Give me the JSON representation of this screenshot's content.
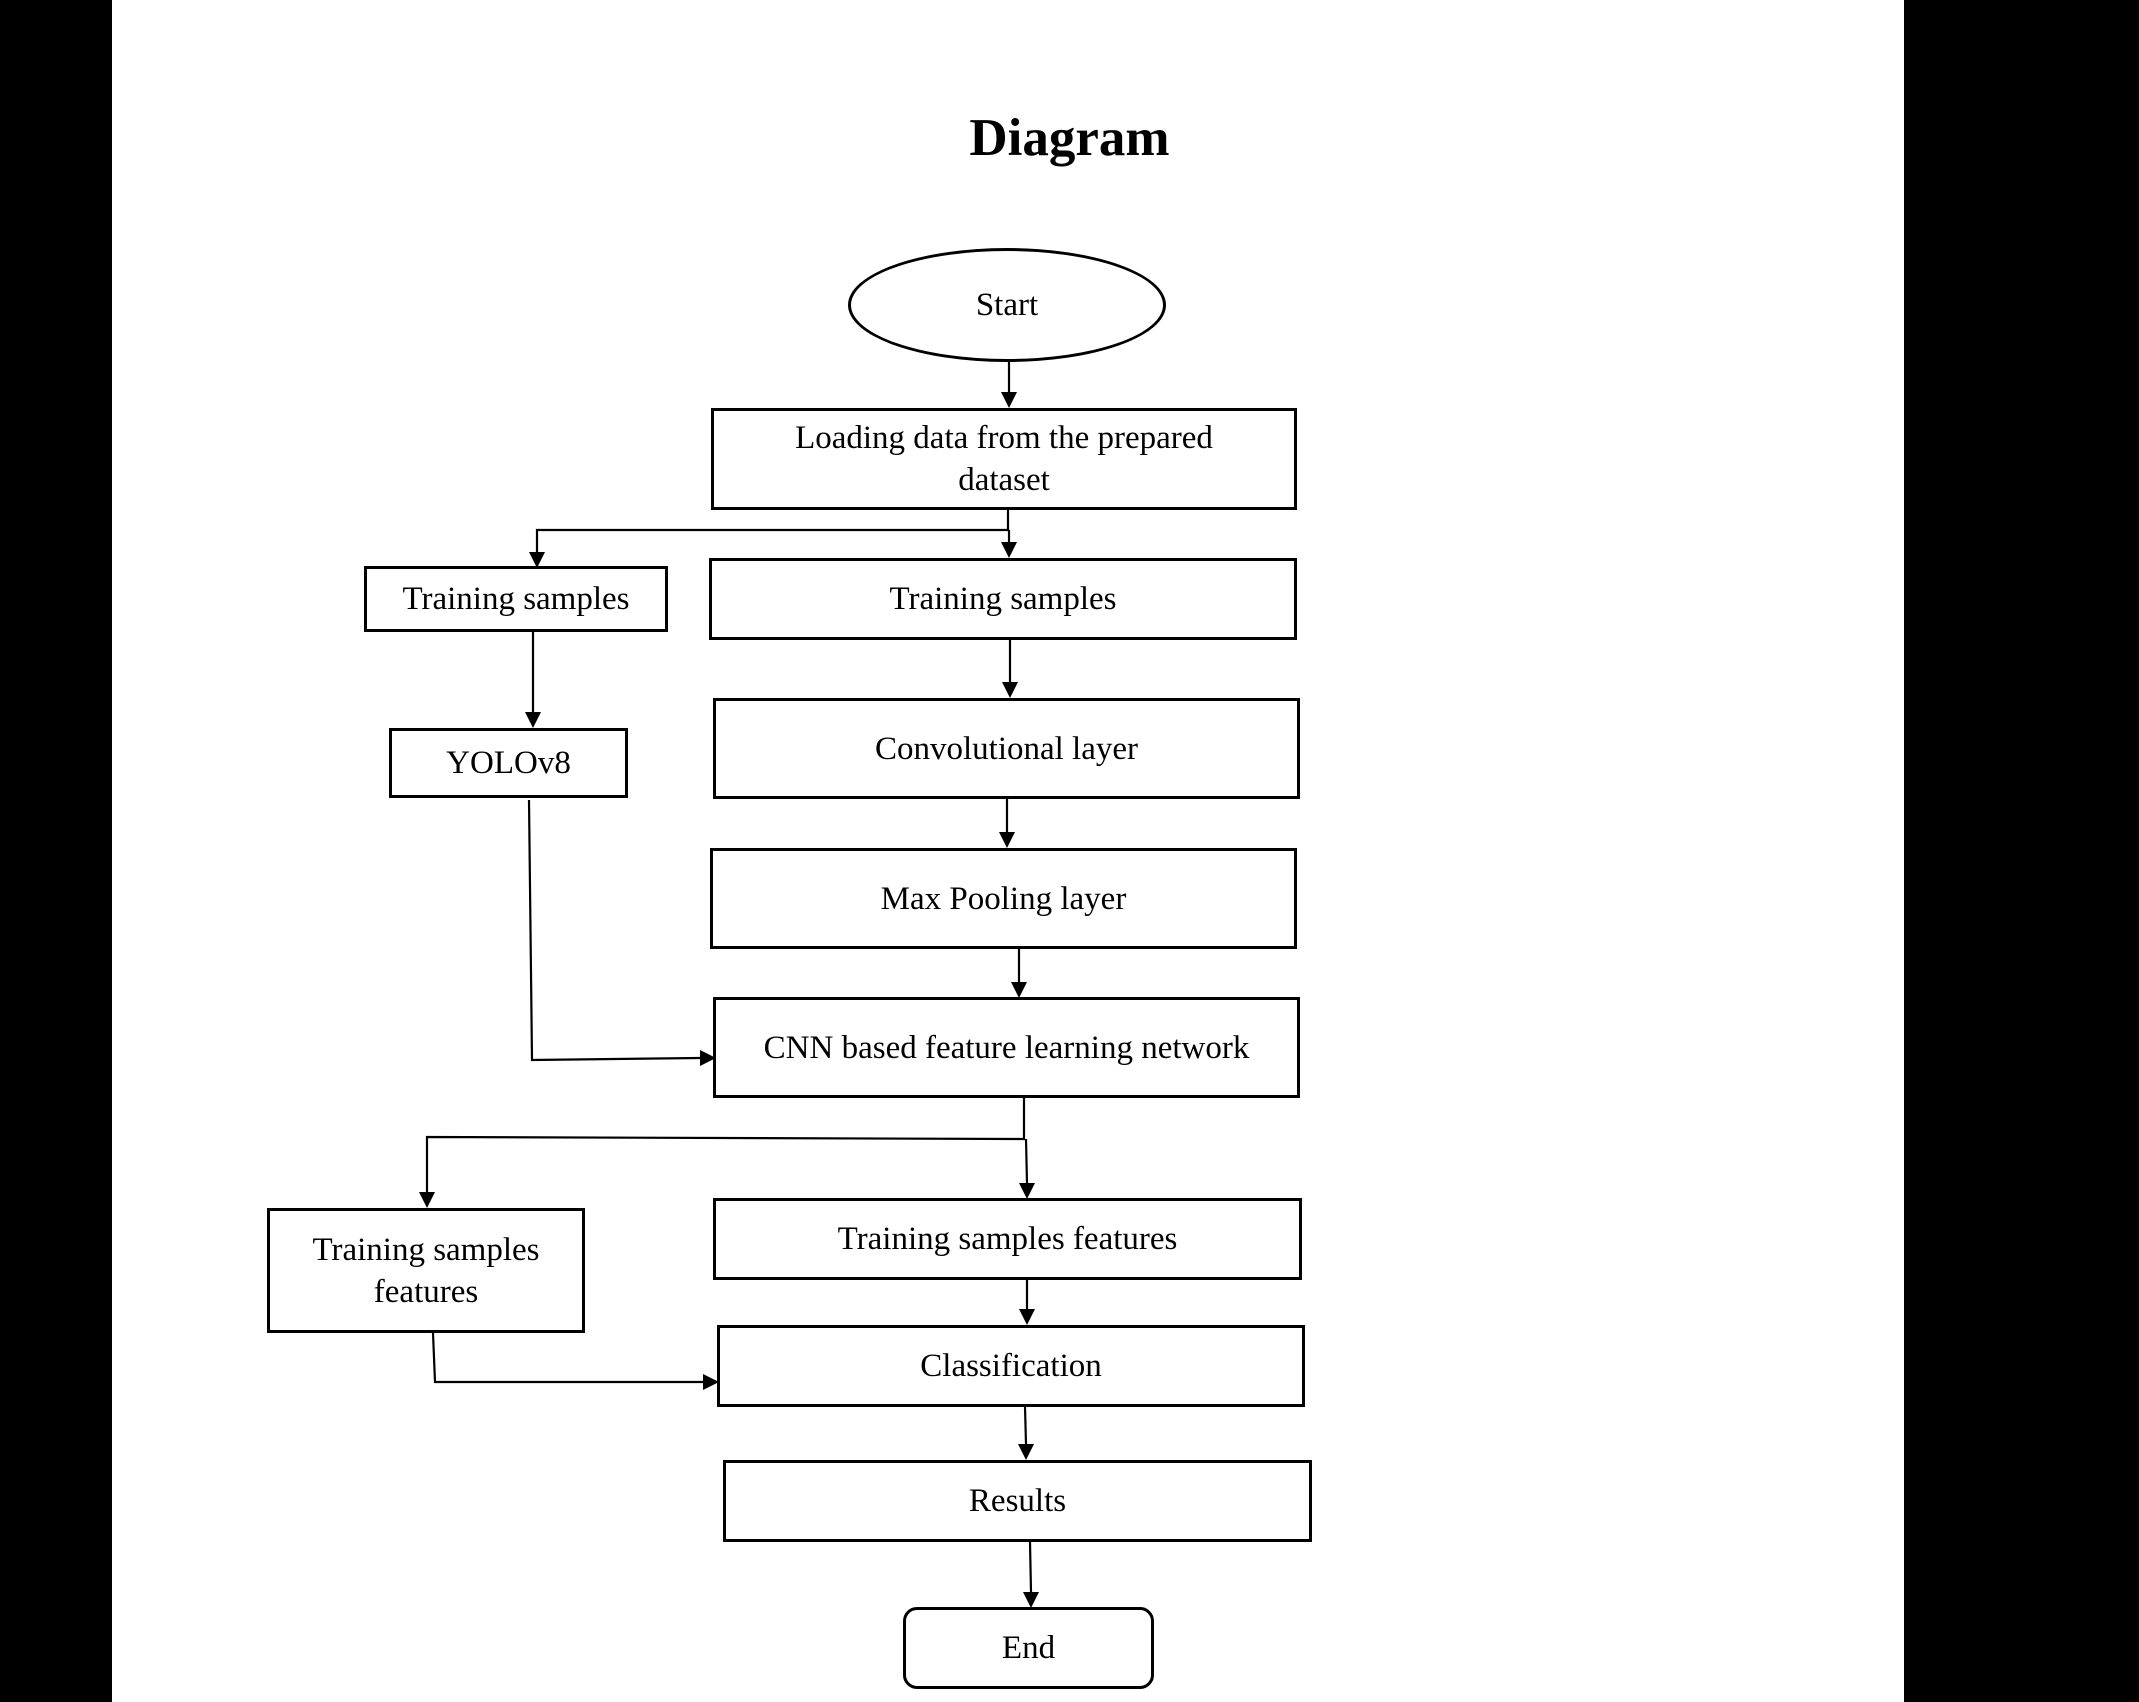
{
  "title": "Diagram",
  "nodes": {
    "start": "Start",
    "load": "Loading data from the prepared dataset",
    "train_left": "Training samples",
    "train_right": "Training samples",
    "yolo": "YOLOv8",
    "conv": "Convolutional layer",
    "pool": "Max Pooling layer",
    "cnn": "CNN based feature learning network",
    "feat_left": "Training samples features",
    "feat_right": "Training samples features",
    "classification": "Classification",
    "results": "Results",
    "end": "End"
  },
  "edges": [
    {
      "from": "start",
      "to": "load"
    },
    {
      "from": "load",
      "to": "train_left"
    },
    {
      "from": "load",
      "to": "train_right"
    },
    {
      "from": "train_left",
      "to": "yolo"
    },
    {
      "from": "train_right",
      "to": "conv"
    },
    {
      "from": "conv",
      "to": "pool"
    },
    {
      "from": "pool",
      "to": "cnn"
    },
    {
      "from": "yolo",
      "to": "cnn"
    },
    {
      "from": "cnn",
      "to": "feat_left"
    },
    {
      "from": "cnn",
      "to": "feat_right"
    },
    {
      "from": "feat_right",
      "to": "classification"
    },
    {
      "from": "feat_left",
      "to": "classification"
    },
    {
      "from": "classification",
      "to": "results"
    },
    {
      "from": "results",
      "to": "end"
    }
  ]
}
